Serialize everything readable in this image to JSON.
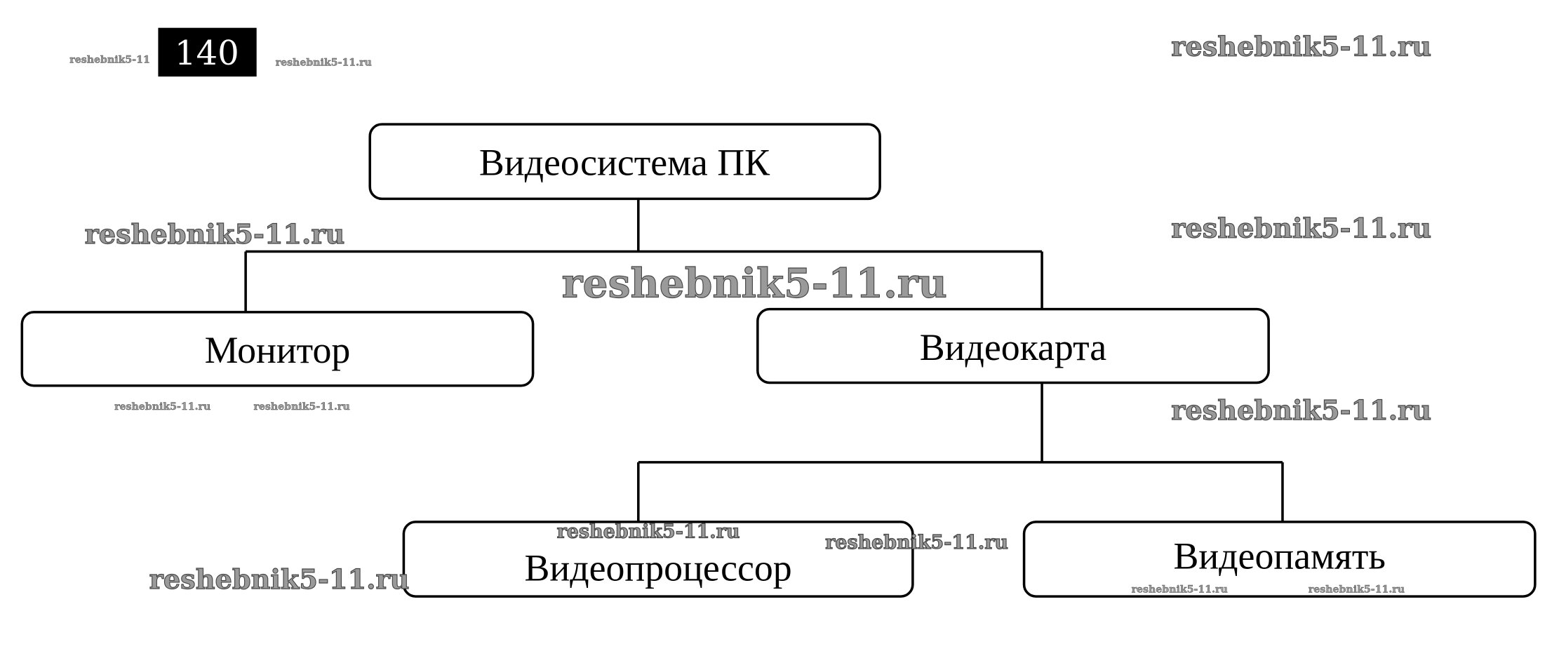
{
  "page_number": "140",
  "watermark": "reshebnik5-11.ru",
  "watermark_short": "reshebnik5-11",
  "diagram": {
    "root": "Видеосистема ПК",
    "level1": [
      "Монитор",
      "Видеокарта"
    ],
    "level2": [
      "Видеопроцессор",
      "Видеопамять"
    ]
  }
}
